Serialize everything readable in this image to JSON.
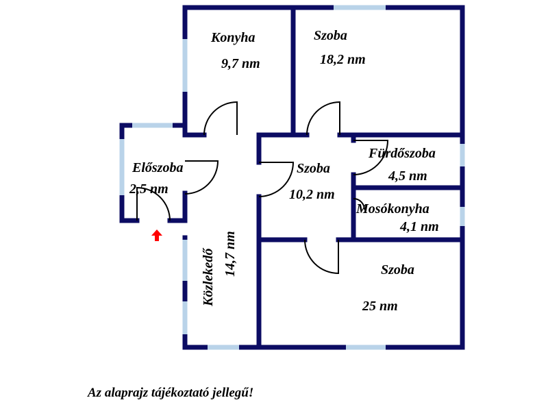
{
  "rooms": {
    "konyha": {
      "name": "Konyha",
      "area": "9,7 nm"
    },
    "szoba_top": {
      "name": "Szoba",
      "area": "18,2 nm"
    },
    "eloszoba": {
      "name": "Előszoba",
      "area": "2,5 nm"
    },
    "szoba_mid": {
      "name": "Szoba",
      "area": "10,2 nm"
    },
    "furdoszoba": {
      "name": "Fürdőszoba",
      "area": "4,5 nm"
    },
    "mosokonyha": {
      "name": "Mosókonyha",
      "area": "4,1 nm"
    },
    "kozlekedo": {
      "name": "Közlekedő",
      "area": "14,7 nm"
    },
    "szoba_bottom": {
      "name": "Szoba",
      "area": "25 nm"
    }
  },
  "disclaimer": "Az alaprajz tájékoztató jellegű!",
  "colors": {
    "wall": "#0c0c63",
    "window": "#b9d3e9",
    "entrance_arrow": "#ff0000"
  },
  "icons": {
    "entrance": "entrance-arrow-icon"
  }
}
